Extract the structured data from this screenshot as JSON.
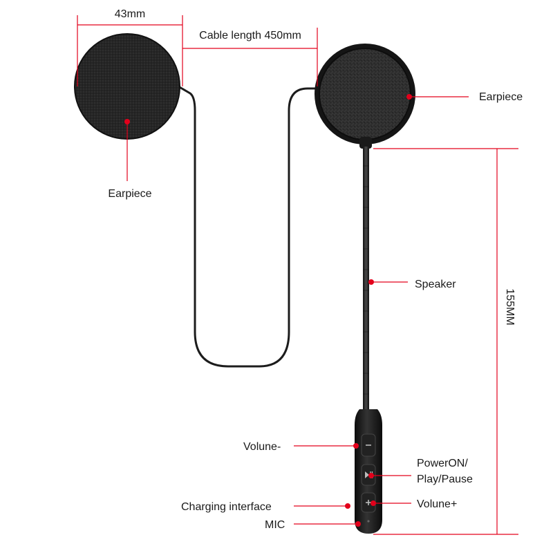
{
  "labels": {
    "width": "43mm",
    "cable_length": "Cable length 450mm",
    "height": "155MM",
    "earpiece_left": "Earpiece",
    "earpiece_right": "Earpiece",
    "speaker": "Speaker",
    "volume_minus": "Volune-",
    "power_line1": "PowerON/",
    "power_line2": "Play/Pause",
    "volume_plus": "Volune+",
    "charging": "Charging interface",
    "mic": "MIC"
  },
  "colors": {
    "annotation": "#e3001b",
    "device": "#1c1c1c",
    "text": "#1a1a1a"
  },
  "icons": [
    "minus-icon",
    "play-pause-icon",
    "plus-icon"
  ]
}
